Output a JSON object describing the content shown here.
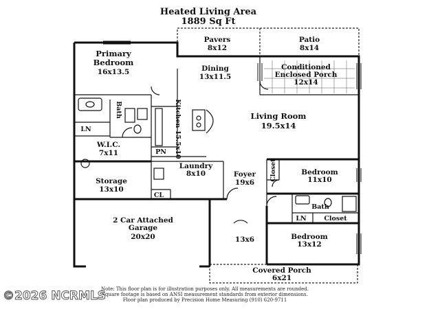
{
  "title": {
    "line1": "Heated Living Area",
    "line2": "1889 Sq Ft"
  },
  "rooms": {
    "primary_bedroom": {
      "name1": "Primary",
      "name2": "Bedroom",
      "size": "16x13.5"
    },
    "pavers": {
      "name": "Pavers",
      "size": "8x12"
    },
    "patio": {
      "name": "Patio",
      "size": "8x14"
    },
    "dining": {
      "name": "Dining",
      "size": "13x11.5"
    },
    "enclosed_porch": {
      "name1": "Conditioned",
      "name2": "Enclosed Porch",
      "size": "12x14"
    },
    "bath_primary": {
      "name": "Bath"
    },
    "ln_primary": {
      "name": "LN"
    },
    "wic": {
      "name": "W.I.C.",
      "size": "7x11"
    },
    "kitchen": {
      "name": "Kitchen 15.5x10"
    },
    "living_room": {
      "name": "Living Room",
      "size": "19.5x14"
    },
    "pn": {
      "name": "PN"
    },
    "laundry": {
      "name": "Laundry",
      "size": "8x10"
    },
    "cl": {
      "name": "CL"
    },
    "storage": {
      "name": "Storage",
      "size": "13x10"
    },
    "foyer": {
      "name": "Foyer",
      "size": "19x6"
    },
    "closet_hall": {
      "name": "Closet"
    },
    "bedroom2": {
      "name": "Bedroom",
      "size": "11x10"
    },
    "bath2": {
      "name": "Bath"
    },
    "ln2": {
      "name": "LN"
    },
    "closet2": {
      "name": "Closet"
    },
    "garage": {
      "name1": "2 Car Attached",
      "name2": "Garage",
      "size": "20x20"
    },
    "hall": {
      "size": "13x6"
    },
    "bedroom3": {
      "name": "Bedroom",
      "size": "13x12"
    },
    "covered_porch": {
      "name": "Covered Porch",
      "size": "6x21"
    }
  },
  "notes": {
    "line1": "Note: This floor plan is for illustration purposes only. All measurements are rounded.",
    "line2": "Square footage is based on ANSI measurement standards from exterior dimensions.",
    "line3": "Floor plan produced by Precision Home Measuring (910) 620-9711"
  },
  "watermark": "©2026 NCRMLS"
}
